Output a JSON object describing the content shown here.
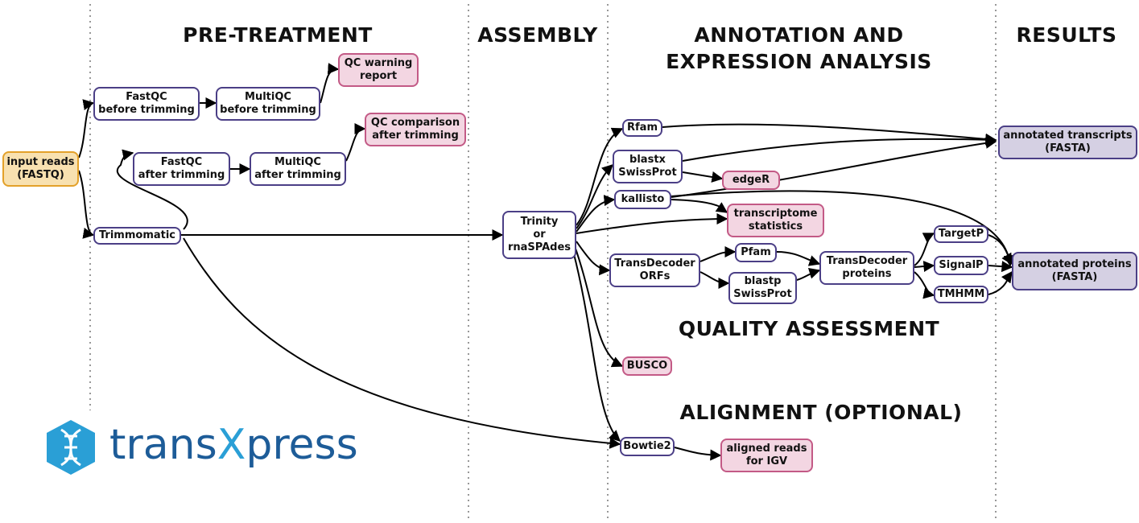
{
  "sections": {
    "pre_treatment": "PRE-TREATMENT",
    "assembly": "ASSEMBLY",
    "annotation_line1": "ANNOTATION AND",
    "annotation_line2": "EXPRESSION ANALYSIS",
    "results": "RESULTS",
    "quality": "QUALITY ASSESSMENT",
    "alignment": "ALIGNMENT (OPTIONAL)"
  },
  "nodes": {
    "input_reads": "input reads\n(FASTQ)",
    "fastqc_before": "FastQC\nbefore trimming",
    "multiqc_before": "MultiQC\nbefore trimming",
    "qc_warning": "QC warning\nreport",
    "fastqc_after": "FastQC\nafter trimming",
    "multiqc_after": "MultiQC\nafter trimming",
    "qc_comparison": "QC comparison\nafter trimming",
    "trimmomatic": "Trimmomatic",
    "trinity": "Trinity\nor\nrnaSPAdes",
    "rfam": "Rfam",
    "blastx": "blastx\nSwissProt",
    "edger": "edgeR",
    "kallisto": "kallisto",
    "transcriptome_stats": "transcriptome\nstatistics",
    "transdecoder_orfs": "TransDecoder\nORFs",
    "pfam": "Pfam",
    "blastp": "blastp\nSwissProt",
    "transdecoder_proteins": "TransDecoder\nproteins",
    "targetp": "TargetP",
    "signalp": "SignalP",
    "tmhmm": "TMHMM",
    "annotated_transcripts": "annotated transcripts\n(FASTA)",
    "annotated_proteins": "annotated proteins\n(FASTA)",
    "busco": "BUSCO",
    "bowtie2": "Bowtie2",
    "aligned_reads": "aligned reads\nfor IGV"
  },
  "logo": {
    "text_main": "trans",
    "text_x": "X",
    "text_end": "press"
  },
  "colors": {
    "node_border": "#4b3f86",
    "output_fill": "#f3d6e2",
    "output_border": "#c35a86",
    "input_fill": "#f8e1b0",
    "input_border": "#e3a12a",
    "result_fill": "#d5d0e3",
    "logo_blue": "#1d5c98",
    "logo_light": "#2a9fd6"
  }
}
